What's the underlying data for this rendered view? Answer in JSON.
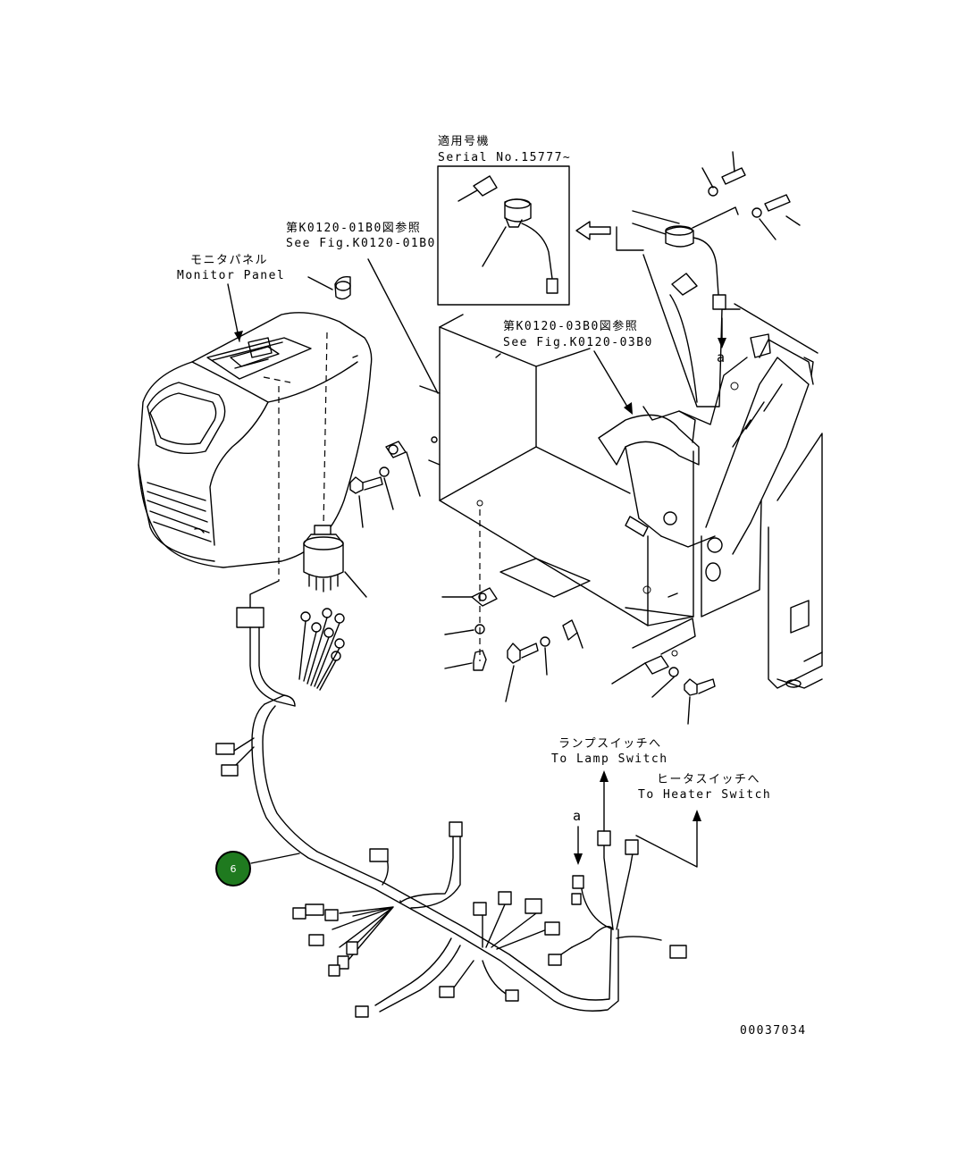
{
  "labels": {
    "serial_jp": "適用号機",
    "serial_en": "Serial No.15777~",
    "fig01_jp": "第K0120-01B0図参照",
    "fig01_en": "See Fig.K0120-01B0",
    "monitor_jp": "モニタパネル",
    "monitor_en": "Monitor Panel",
    "fig03_jp": "第K0120-03B0図参照",
    "fig03_en": "See Fig.K0120-03B0",
    "lamp_jp": "ランプスイッチへ",
    "lamp_en": "To Lamp Switch",
    "heater_jp": "ヒータスイッチへ",
    "heater_en": "To Heater Switch",
    "ref_a_top": "a",
    "ref_a_bottom": "a",
    "part_callout": "6",
    "drawing_number": "00037034"
  },
  "colors": {
    "callout_fill": "#1f7a1f",
    "line": "#000000"
  }
}
